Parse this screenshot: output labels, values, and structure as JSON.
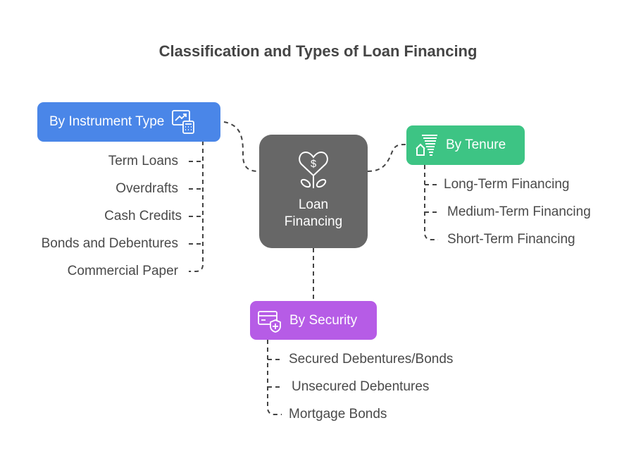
{
  "title": "Classification and Types of Loan Financing",
  "center": {
    "label_line1": "Loan",
    "label_line2": "Financing",
    "icon": "heart-dollar-plant-icon",
    "color": "#676767"
  },
  "branches": {
    "instrument": {
      "label": "By Instrument Type",
      "icon": "chart-calculator-icon",
      "color": "#4a86e8",
      "items": [
        "Term Loans",
        "Overdrafts",
        "Cash Credits",
        "Bonds and Debentures",
        "Commercial Paper"
      ]
    },
    "tenure": {
      "label": "By Tenure",
      "icon": "house-stack-icon",
      "color": "#3dc484",
      "items": [
        "Long-Term Financing",
        "Medium-Term Financing",
        "Short-Term Financing"
      ]
    },
    "security": {
      "label": "By Security",
      "icon": "card-shield-icon",
      "color": "#b65ce6",
      "items": [
        "Secured Debentures/Bonds",
        "Unsecured Debentures",
        "Mortgage Bonds"
      ]
    }
  }
}
